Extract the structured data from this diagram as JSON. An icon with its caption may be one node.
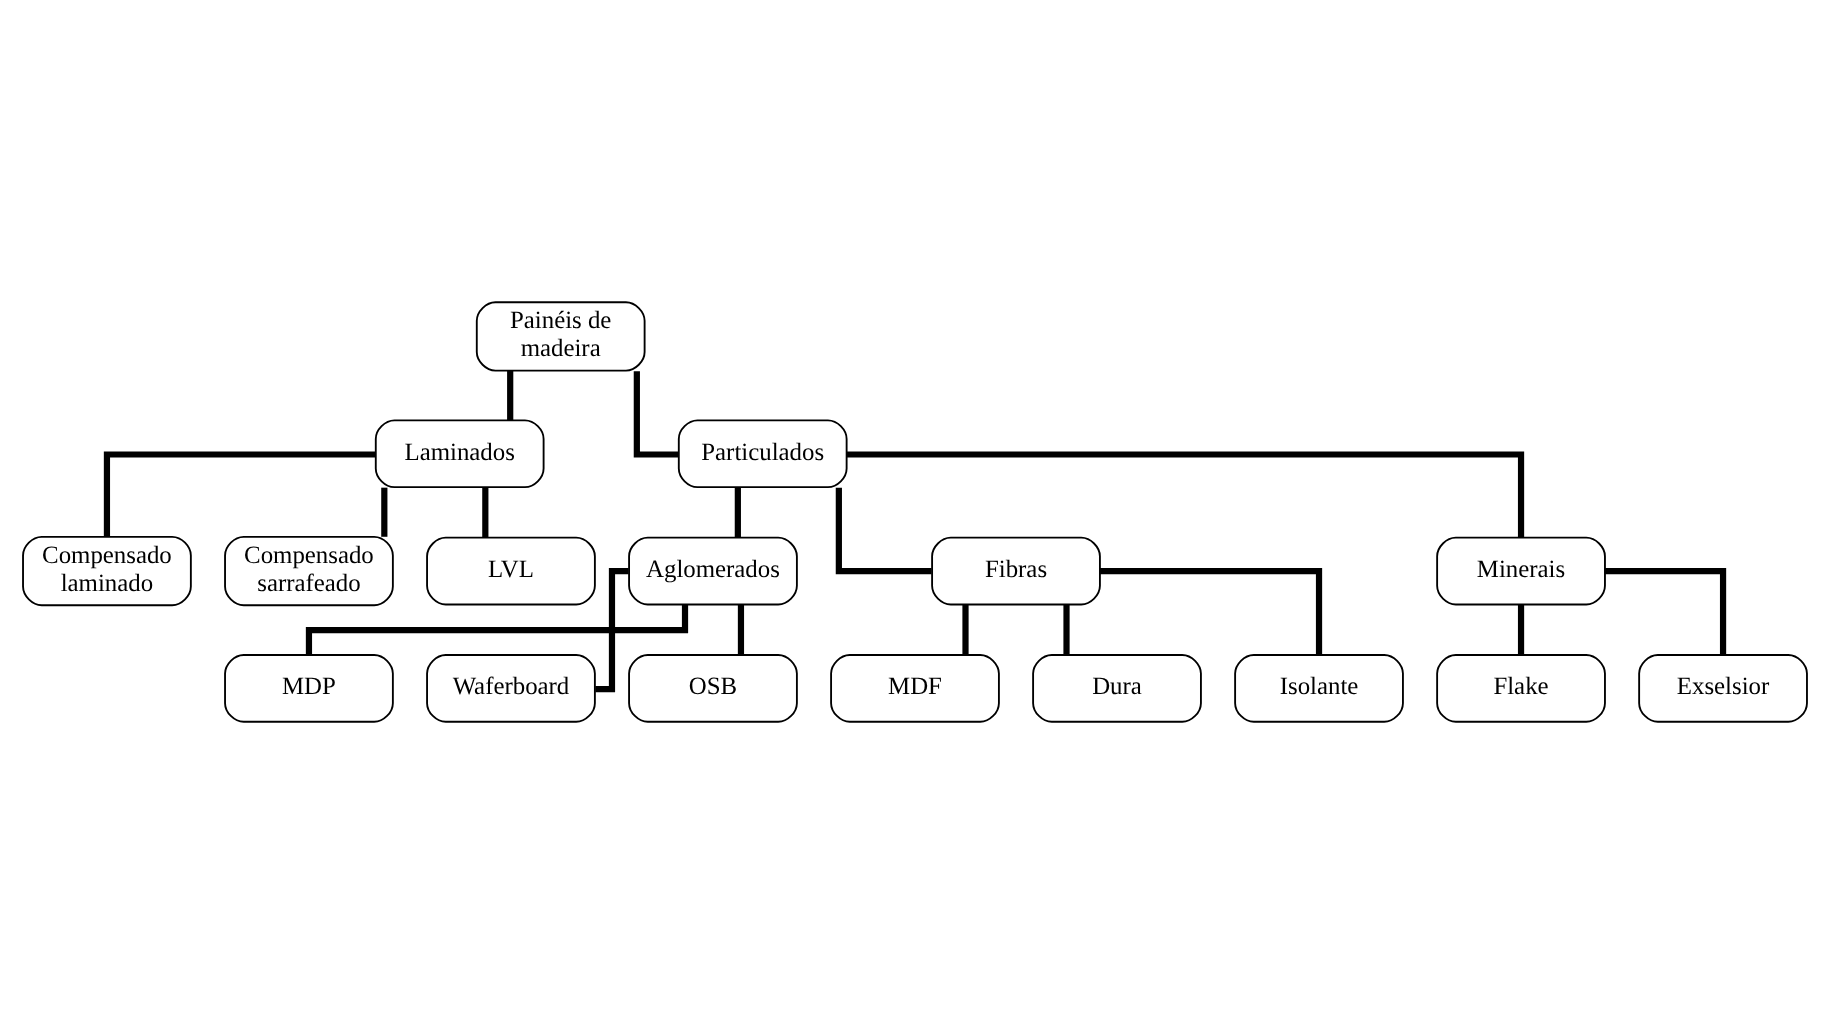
{
  "diagram": {
    "nodes": [
      {
        "text": [
          "Painéis de madeira"
        ]
      },
      {
        "text": [
          "Laminados"
        ]
      },
      {
        "text": [
          "Particulados"
        ]
      },
      {
        "text": [
          "Compensado laminado"
        ]
      },
      {
        "text": [
          "Compensado sarrafeado"
        ]
      },
      {
        "text": [
          "LVL"
        ]
      },
      {
        "text": [
          "Aglomerados"
        ]
      },
      {
        "text": [
          "Fibras"
        ]
      },
      {
        "text": [
          "Minerais"
        ]
      },
      {
        "text": [
          "MDP"
        ]
      },
      {
        "text": [
          "Waferboard"
        ]
      },
      {
        "text": [
          "OSB"
        ]
      },
      {
        "text": [
          "MDF"
        ]
      },
      {
        "text": [
          "Dura"
        ]
      },
      {
        "text": [
          "Isolante"
        ]
      },
      {
        "text": [
          "Flake"
        ]
      },
      {
        "text": [
          "Exselsior"
        ]
      }
    ],
    "edges": [
      {
        "from": 0,
        "to": 1,
        "arrow": "none"
      },
      {
        "from": 0,
        "to": 2,
        "arrow": "none"
      },
      {
        "from": 1,
        "to": 3,
        "arrow": "none"
      },
      {
        "from": 1,
        "to": 4,
        "arrow": "none"
      },
      {
        "from": 1,
        "to": 5,
        "arrow": "none"
      },
      {
        "from": 2,
        "to": 6,
        "arrow": "none"
      },
      {
        "from": 2,
        "to": 7,
        "arrow": "none"
      },
      {
        "from": 2,
        "to": 8,
        "arrow": "none"
      },
      {
        "from": 6,
        "to": 9,
        "arrow": "none"
      },
      {
        "from": 6,
        "to": 10,
        "arrow": "none"
      },
      {
        "from": 6,
        "to": 11,
        "arrow": "none"
      },
      {
        "from": 7,
        "to": 12,
        "arrow": "none"
      },
      {
        "from": 7,
        "to": 13,
        "arrow": "none"
      },
      {
        "from": 7,
        "to": 14,
        "arrow": "none"
      },
      {
        "from": 8,
        "to": 15,
        "arrow": "none"
      },
      {
        "from": 8,
        "to": 16,
        "arrow": "none"
      }
    ]
  }
}
